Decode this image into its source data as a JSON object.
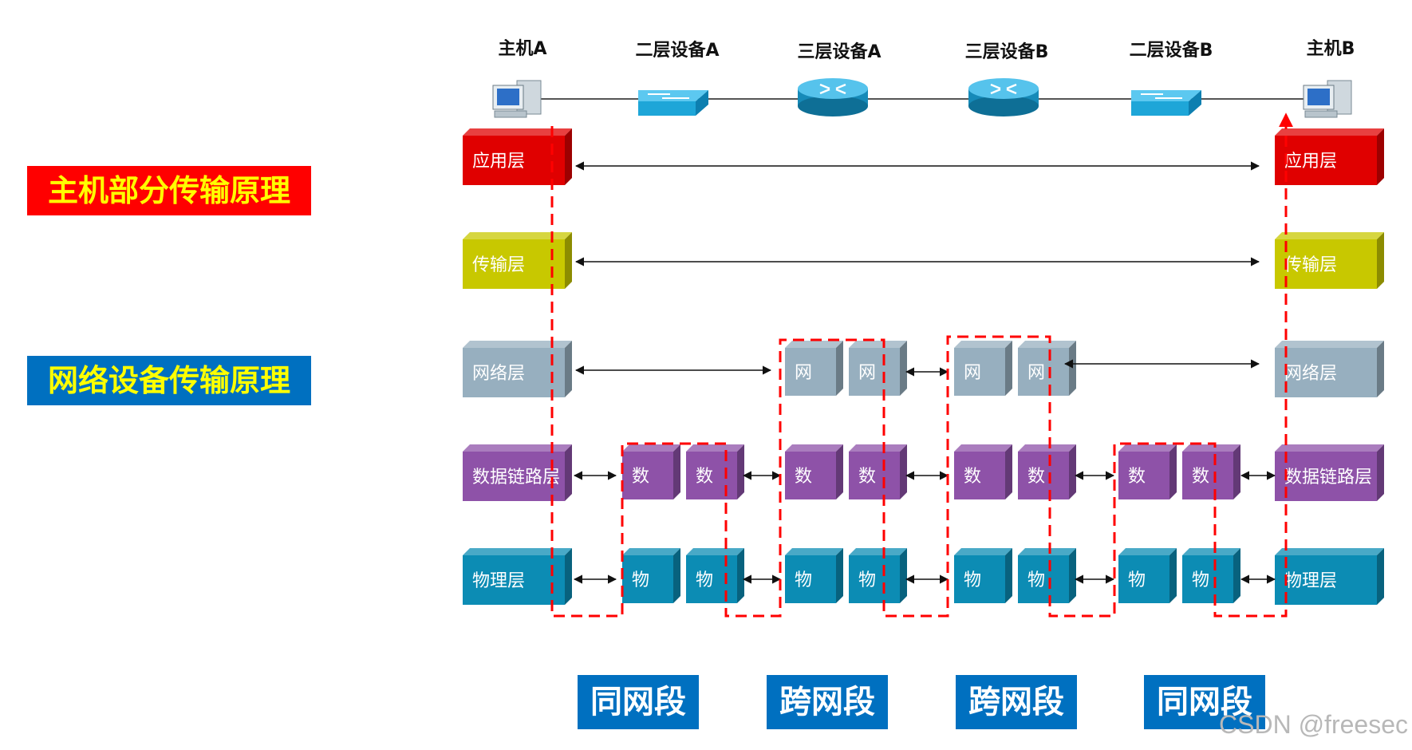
{
  "side_labels": {
    "host_principle": "主机部分传输原理",
    "network_device_principle": "网络设备传输原理"
  },
  "devices": [
    {
      "label": "主机A",
      "kind": "pc-icon"
    },
    {
      "label": "二层设备A",
      "kind": "switch-icon"
    },
    {
      "label": "三层设备A",
      "kind": "router-icon"
    },
    {
      "label": "三层设备B",
      "kind": "router-icon"
    },
    {
      "label": "二层设备B",
      "kind": "switch-icon"
    },
    {
      "label": "主机B",
      "kind": "pc-icon"
    }
  ],
  "host_layers": [
    "应用层",
    "传输层",
    "网络层",
    "数据链路层",
    "物理层"
  ],
  "device_layer_labels": {
    "network": "网",
    "datalink": "数",
    "physical": "物"
  },
  "segments": [
    "同网段",
    "跨网段",
    "跨网段",
    "同网段"
  ],
  "watermark": "CSDN @freesec",
  "colors": {
    "application": "#e00000",
    "transport": "#c8c800",
    "network": "#97afbf",
    "datalink": "#8e52a8",
    "physical": "#0c8cb4",
    "segment_bg": "#0070c0",
    "host_label_bg": "#ff0000",
    "net_label_bg": "#0070c0",
    "label_text": "#ffff00",
    "path": "#ff0000"
  }
}
